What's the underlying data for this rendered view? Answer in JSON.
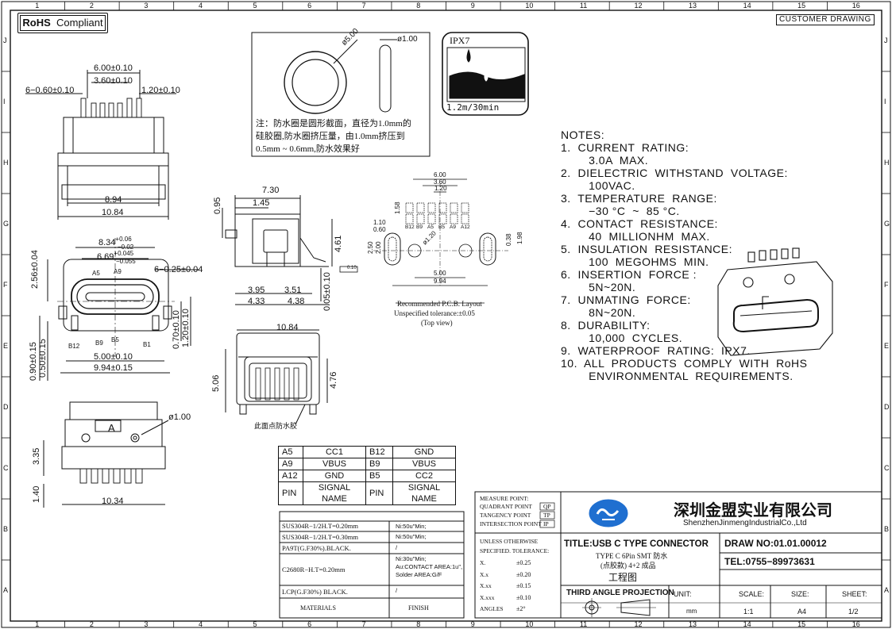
{
  "badges": {
    "rohs_bold": "RoHS",
    "rohs_text": "Compliant",
    "customer_drawing": "CUSTOMER DRAWING"
  },
  "grid": {
    "columns": [
      "1",
      "2",
      "3",
      "4",
      "5",
      "6",
      "7",
      "8",
      "9",
      "10",
      "11",
      "12",
      "13",
      "14",
      "15",
      "16"
    ],
    "rows": [
      "J",
      "I",
      "H",
      "G",
      "F",
      "E",
      "D",
      "C",
      "B",
      "A"
    ]
  },
  "dims": {
    "d600": "6.00±0.10",
    "d360": "3.60±0.10",
    "d060": "6−0.60±0.10",
    "d120": "1.20±0.10",
    "d894": "8.94",
    "d1084": "10.84",
    "d834": "8.34",
    "d834tol_up": "+0.06",
    "d834tol_dn": "−0.02",
    "d669": "6.69",
    "d669tol_up": "+0.045",
    "d669tol_dn": "−0.055",
    "d025": "6−0.25±0.04",
    "d256": "2.56±0.04",
    "d500": "5.00±0.10",
    "d994": "9.94±0.15",
    "d070": "0.70±0.10",
    "d120b": "1.20±0.10",
    "d090": "0.90±0.15",
    "d050": "0.50±0.15",
    "p_a5": "A5",
    "p_a9": "A9",
    "p_b12": "B12",
    "p_b9": "B9",
    "p_b5": "B5",
    "p_b1": "B1",
    "d730": "7.30",
    "d145": "1.45",
    "d095": "0.95",
    "d461": "4.61",
    "d010": "0.10",
    "d395": "3.95",
    "d351": "3.51",
    "d433": "4.33",
    "d438": "4.38",
    "d005": "0.05±0.10",
    "d1084b": "10.84",
    "d506": "5.06",
    "d476": "4.76",
    "glue_note": "此面点防水胶",
    "ring_d": "ø5.00",
    "ring_w": "ø1.00",
    "ring_note_1": "注：防水圈是圆形截面，直径为1.0mm的",
    "ring_note_2": "硅胶圈,防水圈挤压量，由1.0mm挤压到",
    "ring_note_3": "0.5mm ~ 0.6mm,防水效果好",
    "ipx_label": "IPX7",
    "ipx_depth": "1.2m/30min",
    "pcb_600": "6.00",
    "pcb_360": "3.60",
    "pcb_120": "1.20",
    "pcb_158": "1.58",
    "pcb_110": "1.10",
    "pcb_060": "0.60",
    "pcb_250": "2.50",
    "pcb_200": "2.00",
    "pcb_120r": "ø1.20",
    "pcb_038": "0.38",
    "pcb_198": "1.98",
    "pcb_500": "5.00",
    "pcb_994": "9.94",
    "pcb_pins": [
      "B12",
      "B9",
      "A5",
      "B5",
      "A9",
      "A12"
    ],
    "pcb_cap1": "Recommended P.C.B. Layout",
    "pcb_cap2": "Unspecified tolerance:±0.05",
    "pcb_cap3": "(Top view)",
    "side_a": "A",
    "side_100": "ø1.00",
    "d335": "3.35",
    "d140": "1.40",
    "d1034": "10.34"
  },
  "notes": [
    "NOTES:",
    "1.  CURRENT  RATING:",
    "        3.0A  MAX.",
    "2.  DIELECTRIC  WITHSTAND  VOLTAGE:",
    "        100VAC.",
    "3.  TEMPERATURE  RANGE:",
    "        −30 °C  ~  85 °C.",
    "4.  CONTACT  RESISTANCE:",
    "        40  MILLIONHM  MAX.",
    "5.  INSULATION  RESISTANCE:",
    "        100  MEGOHMS  MIN.",
    "6.  INSERTION  FORCE :",
    "        5N~20N.",
    "7.  UNMATING  FORCE:",
    "        8N~20N.",
    "8.  DURABILITY:",
    "        10,000  CYCLES.",
    "9.  WATERPROOF  RATING:  IPX7.",
    "10.  ALL  PRODUCTS  COMPLY  WITH  RoHS",
    "        ENVIRONMENTAL  REQUIREMENTS."
  ],
  "pin_table": [
    [
      "A5",
      "CC1",
      "B12",
      "GND"
    ],
    [
      "A9",
      "VBUS",
      "B9",
      "VBUS"
    ],
    [
      "A12",
      "GND",
      "B5",
      "CC2"
    ],
    [
      "PIN",
      "SIGNAL NAME",
      "PIN",
      "SIGNAL NAME"
    ]
  ],
  "materials": [
    [
      "SUS304R−1/2H.T=0.20mm",
      "Ni:50u\"Min;"
    ],
    [
      "SUS304R−1/2H.T=0.30mm",
      "Ni:50u\"Min;"
    ],
    [
      "PA9T(G.F30%).BLACK.",
      "/"
    ],
    [
      "C2680R−H.T=0.20mm",
      "Ni:30u\"Min;|Au:CONTACT AREA:1u\",|Solder AREA:G/F"
    ],
    [
      "LCP(G.F30%) BLACK.",
      "/"
    ]
  ],
  "materials_footer": {
    "materials": "MATERIALS",
    "finish": "FINISH"
  },
  "measure": {
    "title": "MEASURE POINT:",
    "rows": [
      [
        "QUADRANT POINT",
        "QP"
      ],
      [
        "TANGENCY POINT",
        "TP"
      ],
      [
        "INTERSECTION POINT",
        "IP"
      ]
    ]
  },
  "tolerance": {
    "head1": "UNLESS OTHERWISE",
    "head2": "SPECIFIED.  TOLERANCE:",
    "rows": [
      [
        "X.",
        "±0.25"
      ],
      [
        "X.x",
        "±0.20"
      ],
      [
        "X.xx",
        "±0.15"
      ],
      [
        "X.xxx",
        "±0.10"
      ],
      [
        "ANGLES",
        "±2°"
      ]
    ]
  },
  "title_block": {
    "title": "TITLE:USB C TYPE CONNECTOR",
    "sub1": "TYPE C 6Pin SMT 防水",
    "sub2": "(点胶款) 4+2 成品",
    "sub3": "工程图",
    "company_cn": "深圳金盟实业有限公司",
    "company_en": "ShenzhenJinmengIndustrialCo.,Ltd",
    "draw_no": "DRAW NO:01.01.00012",
    "tel": "TEL:0755−89973631",
    "projection": "THIRD ANGLE PROJECTION",
    "unit_label": "UNIT:",
    "unit": "mm",
    "scale_label": "SCALE:",
    "scale": "1:1",
    "size_label": "SIZE:",
    "size": "A4",
    "sheet_label": "SHEET:",
    "sheet": "1/2"
  }
}
